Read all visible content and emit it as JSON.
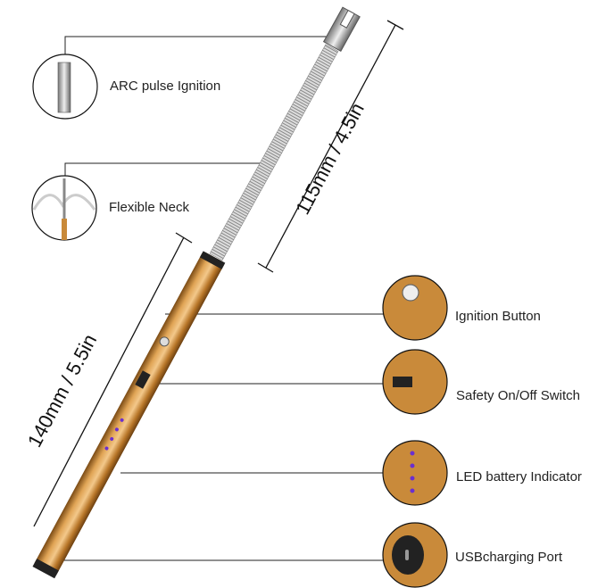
{
  "callouts": {
    "arc": "ARC pulse Ignition",
    "neck": "Flexible Neck",
    "button": "Ignition Button",
    "switch": "Safety On/Off Switch",
    "led": "LED battery Indicator",
    "usb": "USBcharging Port"
  },
  "dimensions": {
    "neck_length": "115mm / 4.5in",
    "body_length": "140mm / 5.5in"
  },
  "colors": {
    "body": "#c98a3a",
    "led": "#6a2fd0"
  }
}
